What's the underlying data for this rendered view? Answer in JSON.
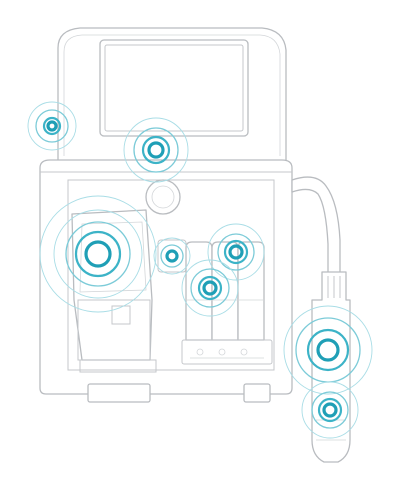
{
  "diagram": {
    "subject": "printer-device",
    "palette": {
      "line": "#b9bcc0",
      "accent": "#1f9fb6",
      "accent_light": "#7ccbd8",
      "accent_faint": "#a9dde6",
      "background": "#ffffff"
    },
    "hotspots": [
      {
        "id": "side-indicator"
      },
      {
        "id": "screen-base"
      },
      {
        "id": "ink-cartridge"
      },
      {
        "id": "small-valve"
      },
      {
        "id": "module-upper"
      },
      {
        "id": "module-lower"
      },
      {
        "id": "printhead-main"
      },
      {
        "id": "printhead-nozzle"
      }
    ]
  }
}
